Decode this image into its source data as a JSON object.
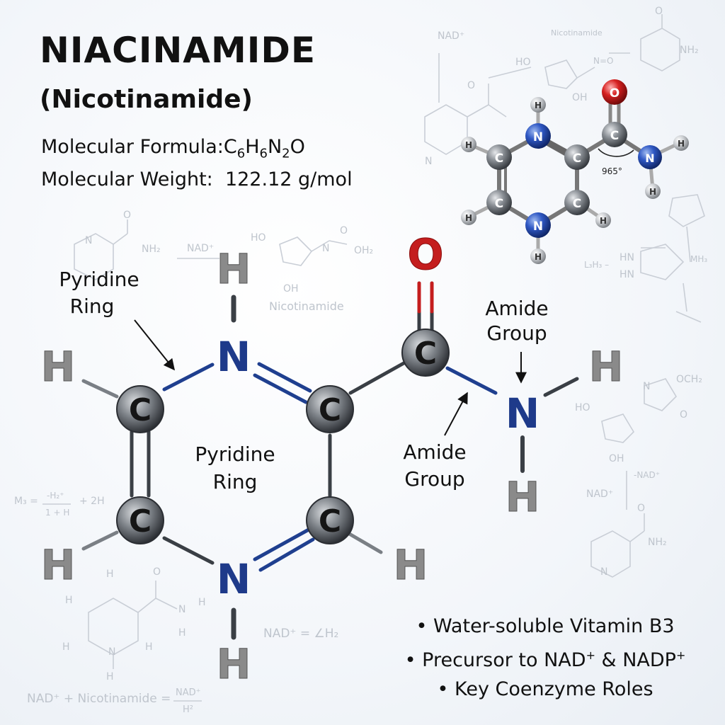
{
  "title": "NIACINAMIDE",
  "subtitle": "(Nicotinamide)",
  "formula": {
    "label": "Molecular Formula:",
    "parts": [
      {
        "t": "C"
      },
      {
        "t": "6",
        "sub": true
      },
      {
        "t": "H"
      },
      {
        "t": "6",
        "sub": true
      },
      {
        "t": "N"
      },
      {
        "t": "2",
        "sub": true
      },
      {
        "t": "O"
      }
    ]
  },
  "weight": {
    "label": "Molecular Weight:",
    "value": "122.12 g/mol"
  },
  "labels": {
    "pyridine_outer": [
      "Pyridine",
      "Ring"
    ],
    "pyridine_inner": [
      "Pyridine",
      "Ring"
    ],
    "amide_upper": [
      "Amide",
      "Group"
    ],
    "amide_lower": [
      "Amide",
      "Group"
    ]
  },
  "atoms": {
    "C": "C",
    "N": "N",
    "O": "O",
    "H": "H"
  },
  "small_angle": "965°",
  "bullets": [
    {
      "text": "• Water-soluble Vitamin B3"
    },
    {
      "text": "• Precursor to NAD",
      "sup1": "+",
      "mid": " & NADP",
      "sup2": "+"
    },
    {
      "text": "• Key Coenzyme Roles"
    }
  ],
  "background_text": {
    "nad_plus": "NAD⁺",
    "nicotinamide": "Nicotinamide",
    "ho": "HO",
    "oh": "OH",
    "nh2": "NH₂",
    "oh2": "OH₂",
    "n": "N",
    "o": "O",
    "h": "H",
    "noo": "N=O",
    "och2": "OCH₂",
    "eq_left": "M₃ = ",
    "eq_frac_top": "-H₂⁺",
    "eq_frac_bottom": "1 + H",
    "eq_right": "+ 2H",
    "nad_eq": "NAD⁺ = ∠H₂",
    "bottom_eq": "NAD⁺ + Nicotinamide = ",
    "bottom_frac_top": "NAD⁺",
    "bottom_frac_bottom": "H²",
    "minus_nad": "-NAD⁺",
    "l3h3": "L₃H₃ –",
    "hn": "HN",
    "mh3": "MH₃"
  },
  "colors": {
    "carbon": "#5f6368",
    "nitrogen": "#1e3a8a",
    "oxygen": "#c41e1e",
    "hydrogen": "#8a8a8a",
    "bond": "#3a3f45",
    "nbond": "#1f3f8f",
    "faint": "#c4cad2"
  }
}
